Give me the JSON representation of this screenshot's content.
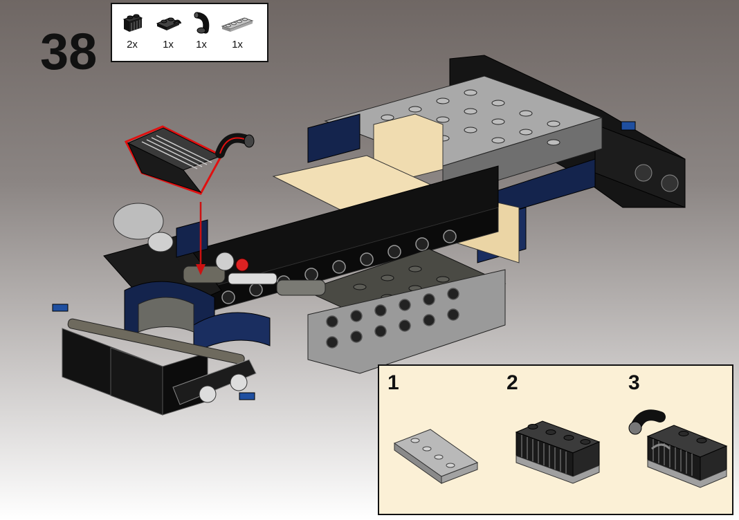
{
  "step": {
    "number": "38"
  },
  "parts": [
    {
      "icon": "tile-grille-piece-icon",
      "qty": "2x"
    },
    {
      "icon": "plate-with-clip-piece-icon",
      "qty": "1x"
    },
    {
      "icon": "curved-hose-piece-icon",
      "qty": "1x"
    },
    {
      "icon": "plate-1x4-piece-icon",
      "qty": "1x"
    }
  ],
  "subassembly": {
    "steps": [
      {
        "label": "1"
      },
      {
        "label": "2"
      },
      {
        "label": "3"
      }
    ]
  },
  "colors": {
    "arrow": "#cc1111",
    "highlight_outline": "#e01010",
    "panel_background": "#fbf0d6"
  }
}
